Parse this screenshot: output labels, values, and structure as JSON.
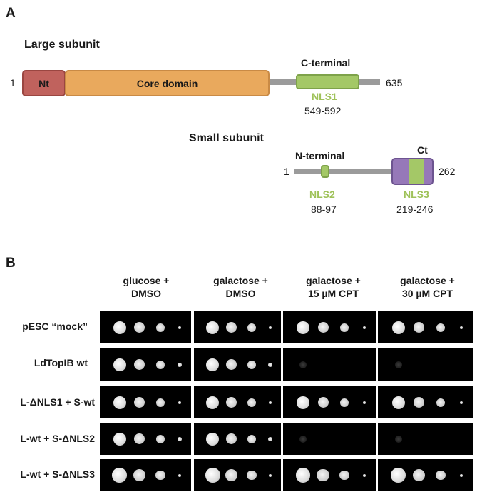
{
  "panel_a": {
    "letter": "A",
    "large_subunit": {
      "title": "Large subunit",
      "start": "1",
      "end": "635",
      "nt_label": "Nt",
      "core_label": "Core domain",
      "cterm_label": "C-terminal",
      "nls_name": "NLS1",
      "nls_range": "549-592"
    },
    "small_subunit": {
      "title": "Small subunit",
      "start": "1",
      "end": "262",
      "nterm_label": "N-terminal",
      "ct_label": "Ct",
      "nls2_name": "NLS2",
      "nls2_range": "88-97",
      "nls3_name": "NLS3",
      "nls3_range": "219-246"
    }
  },
  "panel_b": {
    "letter": "B",
    "conditions": [
      {
        "line1": "glucose +",
        "line2": "DMSO"
      },
      {
        "line1": "galactose +",
        "line2": "DMSO"
      },
      {
        "line1": "galactose +",
        "line2": "15 µM CPT"
      },
      {
        "line1": "galactose +",
        "line2": "30 µM CPT"
      }
    ],
    "strains": [
      "pESC “mock”",
      "LdTopIB wt",
      "L-ΔNLS1 + S-wt",
      "L-wt + S-ΔNLS2",
      "L-wt + S-ΔNLS3"
    ],
    "growth_levels": [
      [
        4,
        4,
        4,
        4
      ],
      [
        4,
        4,
        0,
        0
      ],
      [
        4,
        4,
        4,
        4
      ],
      [
        4,
        4,
        0,
        0
      ],
      [
        4,
        4,
        4,
        4
      ]
    ]
  },
  "colors": {
    "nt": "#c0625d",
    "core": "#e9a95d",
    "nls": "#a4c867",
    "ct": "#9678b8",
    "backbone": "#9b9b9b"
  }
}
